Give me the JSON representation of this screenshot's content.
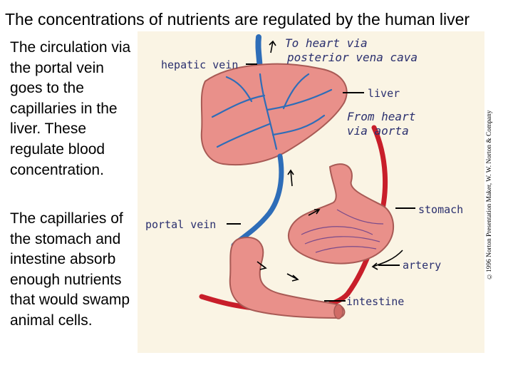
{
  "slide": {
    "title": "The concentrations of nutrients are regulated by the human liver",
    "paragraphs": [
      "The circulation via the portal vein goes to the capillaries in the liver. These regulate blood concentration.",
      "The capillaries of the stomach and intestine absorb enough nutrients that would swamp animal cells."
    ]
  },
  "figure": {
    "labels": {
      "hepatic_vein": "hepatic vein",
      "to_heart_line1": "To heart via",
      "to_heart_line2": "posterior vena cava",
      "liver": "liver",
      "from_heart_line1": "From heart",
      "from_heart_line2": "via aorta",
      "stomach": "stomach",
      "portal_vein": "portal vein",
      "artery": "artery",
      "intestine": "intestine"
    },
    "credit": "©1996 Norton Presentation Maker, W. W. Norton & Company"
  },
  "colors": {
    "background": "#ffffff",
    "figure_background": "#faf4e4",
    "organ_fill": "#e9908a",
    "vein": "#2e6db8",
    "artery": "#c81e2a",
    "label_text": "#2a2f6e"
  }
}
